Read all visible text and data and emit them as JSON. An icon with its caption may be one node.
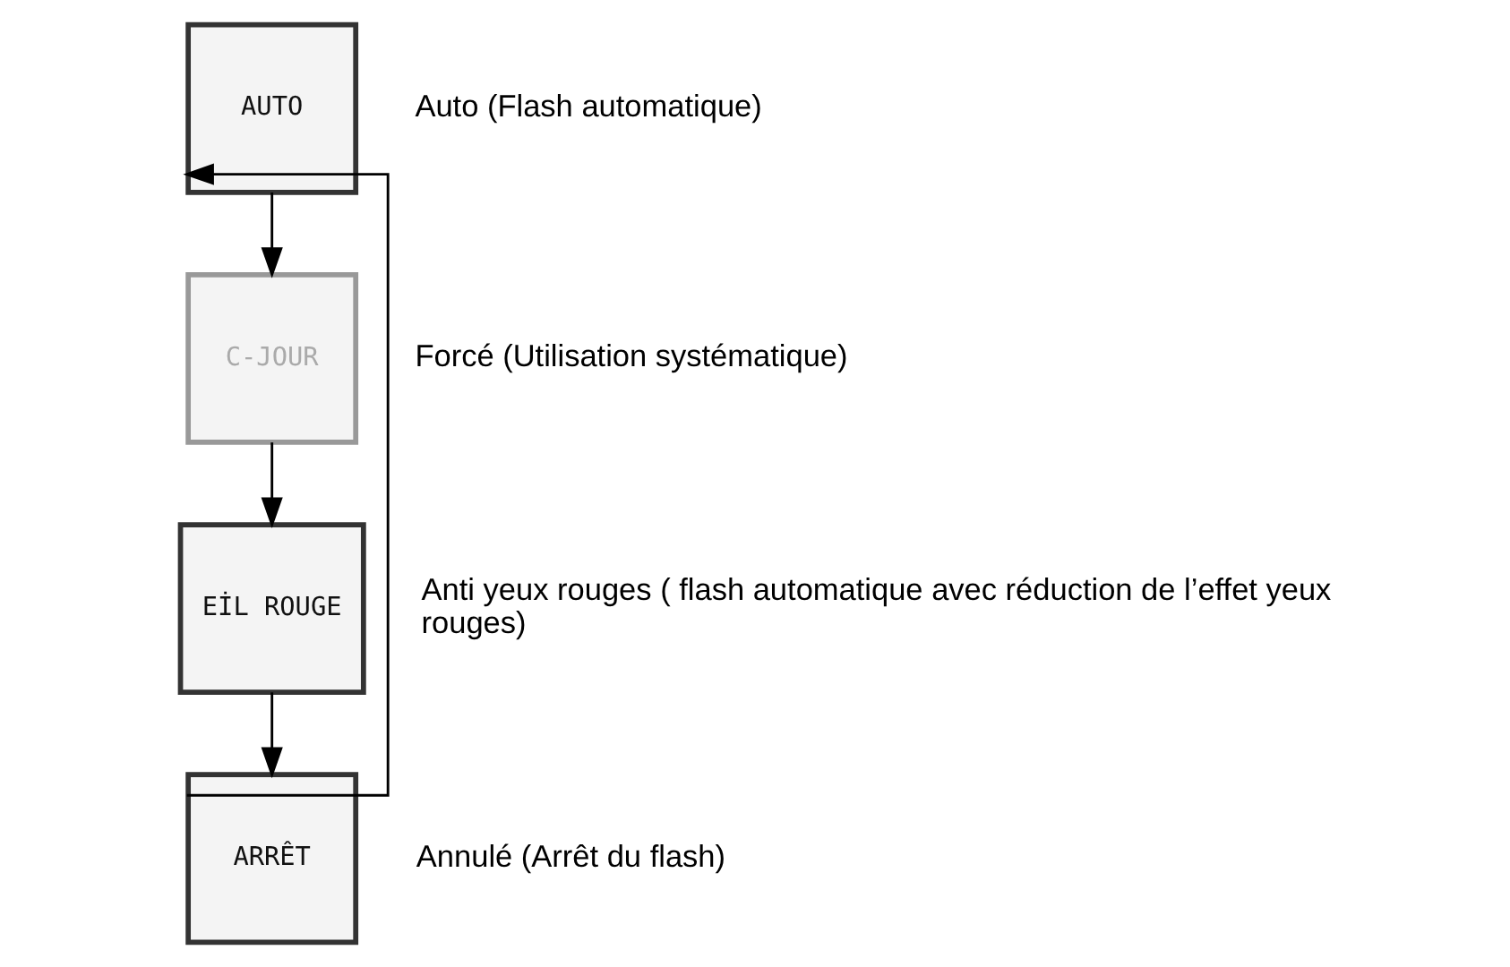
{
  "diagram": {
    "nodes": [
      {
        "text": [
          "AUTO"
        ],
        "beside": [
          "Auto (Flash automatique)"
        ]
      },
      {
        "text": [
          "C-JOUR"
        ],
        "beside": [
          "Forcé (Utilisation systématique)"
        ]
      },
      {
        "text": [
          "EİL ROUGE"
        ],
        "beside": [
          "Anti yeux rouges ( flash automatique avec réduction de l’effet yeux rouges)"
        ]
      },
      {
        "text": [
          "ARRÊT"
        ],
        "beside": [
          "Annulé (Arrêt du flash)"
        ]
      }
    ],
    "edges": [
      {
        "from": 0,
        "to": 1,
        "arrow": "to"
      },
      {
        "from": 1,
        "to": 2,
        "arrow": "to"
      },
      {
        "from": 2,
        "to": 3,
        "arrow": "to"
      },
      {
        "from": 3,
        "to": 0,
        "arrow": "to"
      }
    ]
  }
}
